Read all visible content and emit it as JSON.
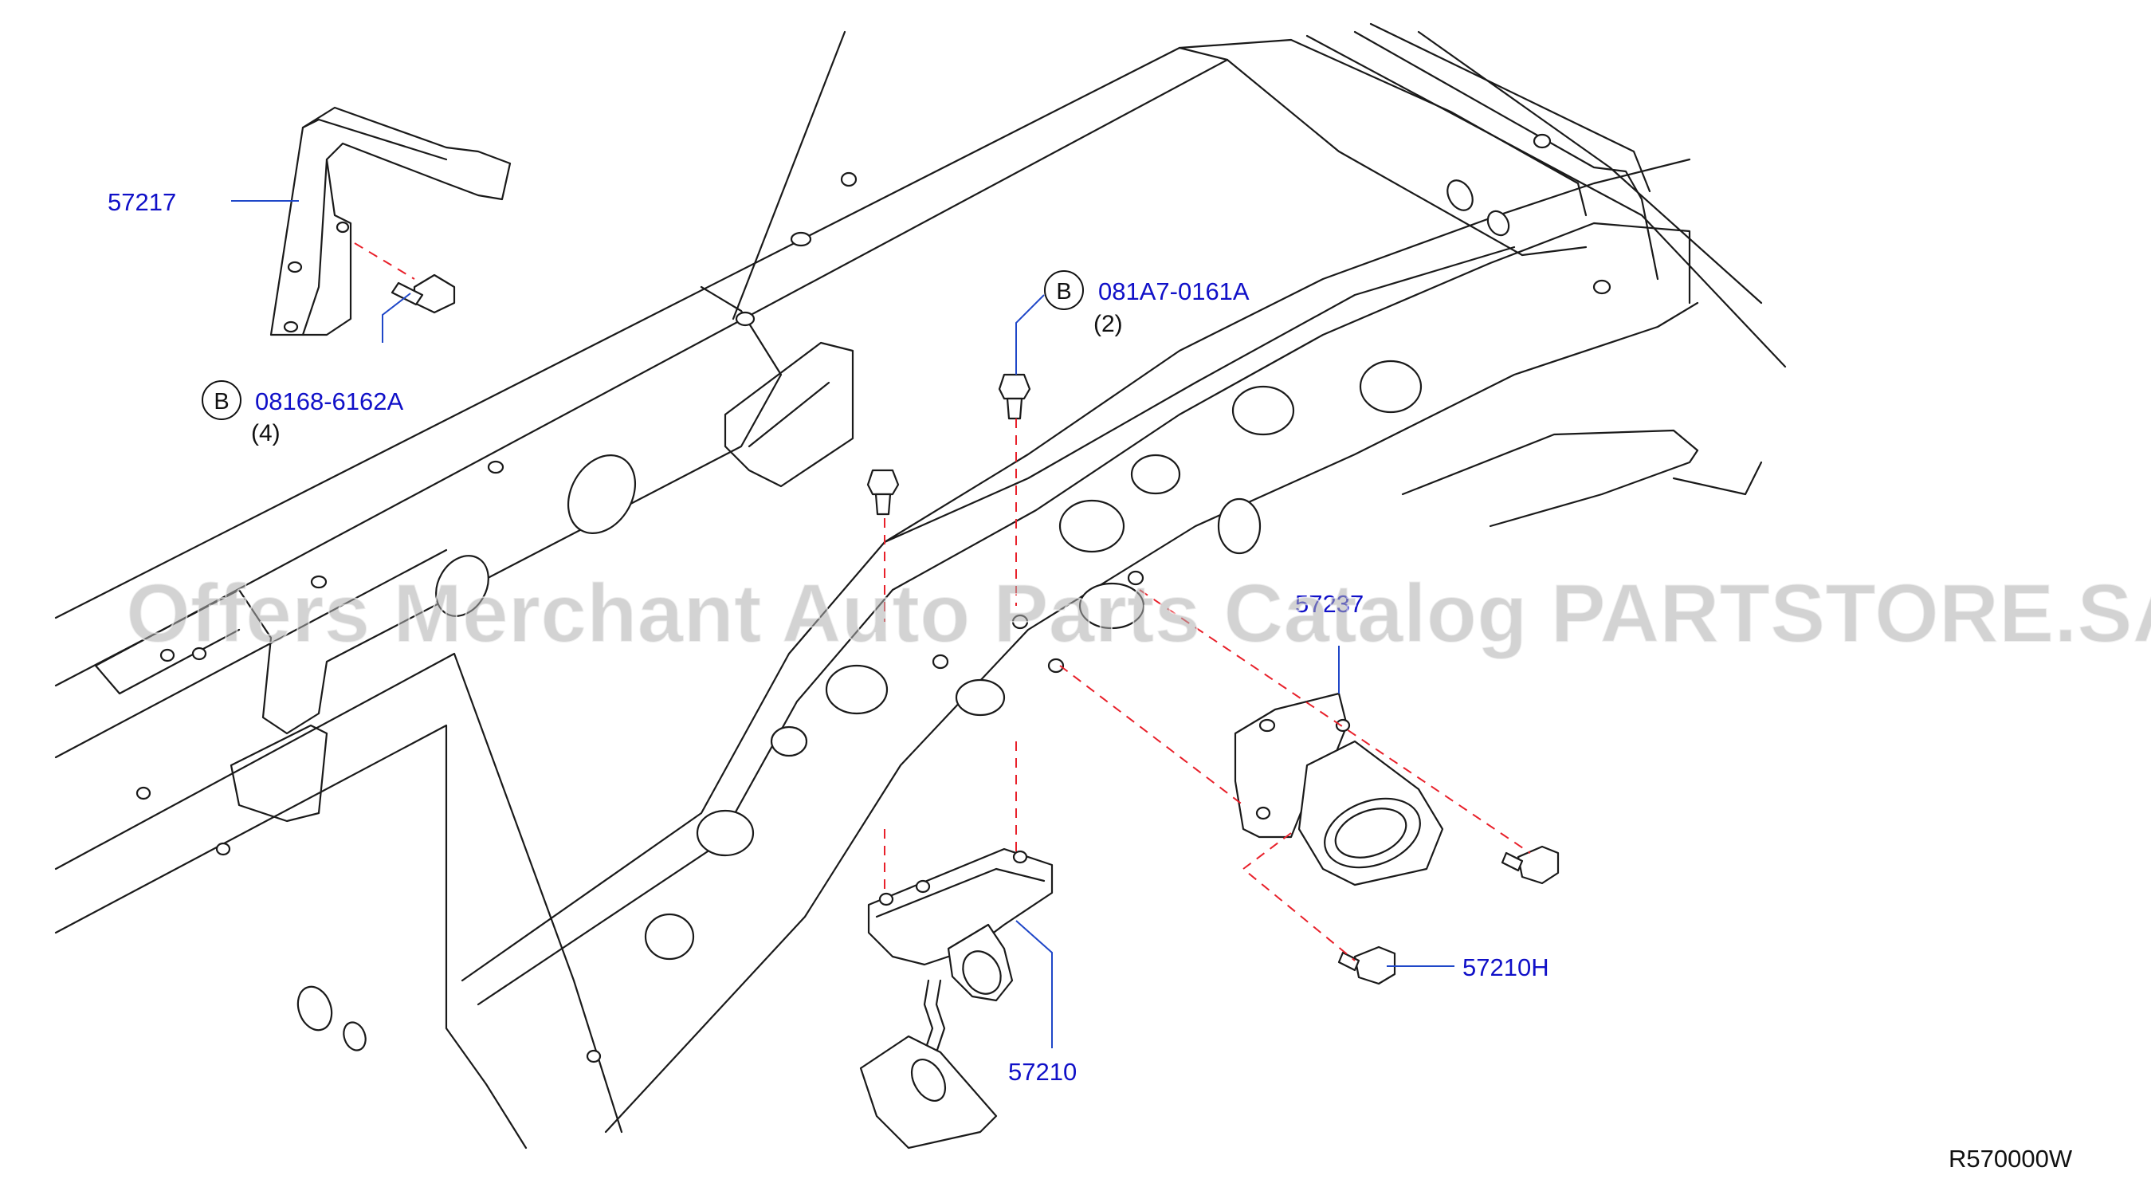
{
  "watermark": "Offers Merchant Auto Parts Catalog PARTSTORE.SA",
  "diagram_code": "R570000W",
  "parts": [
    {
      "number": "57217",
      "qty": "",
      "marker": ""
    },
    {
      "number": "08168-6162A",
      "qty": "(4)",
      "marker": "B"
    },
    {
      "number": "081A7-0161A",
      "qty": "(2)",
      "marker": "B"
    },
    {
      "number": "57237",
      "qty": "",
      "marker": ""
    },
    {
      "number": "57210H",
      "qty": "",
      "marker": ""
    },
    {
      "number": "57210",
      "qty": "",
      "marker": ""
    }
  ],
  "colors": {
    "label": "#1010c8",
    "leader": "#1f47c8",
    "dash": "#e8202a",
    "line": "#1a1a1a"
  }
}
